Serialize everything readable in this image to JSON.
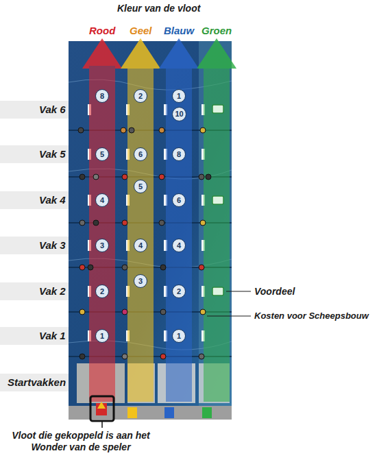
{
  "diagram": {
    "title": "Kleur van de vloot",
    "nodes": [
      {
        "text": [
          "8"
        ]
      },
      {
        "text": [
          "2"
        ]
      },
      {
        "text": [
          "1"
        ]
      },
      {
        "text": [
          "10"
        ]
      },
      {
        "text": [
          "5"
        ]
      },
      {
        "text": [
          "6"
        ]
      },
      {
        "text": [
          "8"
        ]
      },
      {
        "text": [
          "5"
        ]
      },
      {
        "text": [
          "4"
        ]
      },
      {
        "text": [
          "6"
        ]
      },
      {
        "text": [
          "3"
        ]
      },
      {
        "text": [
          "4"
        ]
      },
      {
        "text": [
          "4"
        ]
      },
      {
        "text": [
          "3"
        ]
      },
      {
        "text": [
          "2"
        ]
      },
      {
        "text": [
          "2"
        ]
      },
      {
        "text": [
          "1"
        ]
      },
      {
        "text": [
          "1"
        ]
      }
    ],
    "labels": [
      "Rood",
      "Geel",
      "Blauw",
      "Groen",
      "Vak 6",
      "Vak 5",
      "Vak 4",
      "Vak 3",
      "Vak 2",
      "Vak 1",
      "Startvakken",
      "Voordeel",
      "Kosten voor Scheepsbouw",
      "Vloot die gekoppeld is aan het Wonder van de speler"
    ]
  }
}
